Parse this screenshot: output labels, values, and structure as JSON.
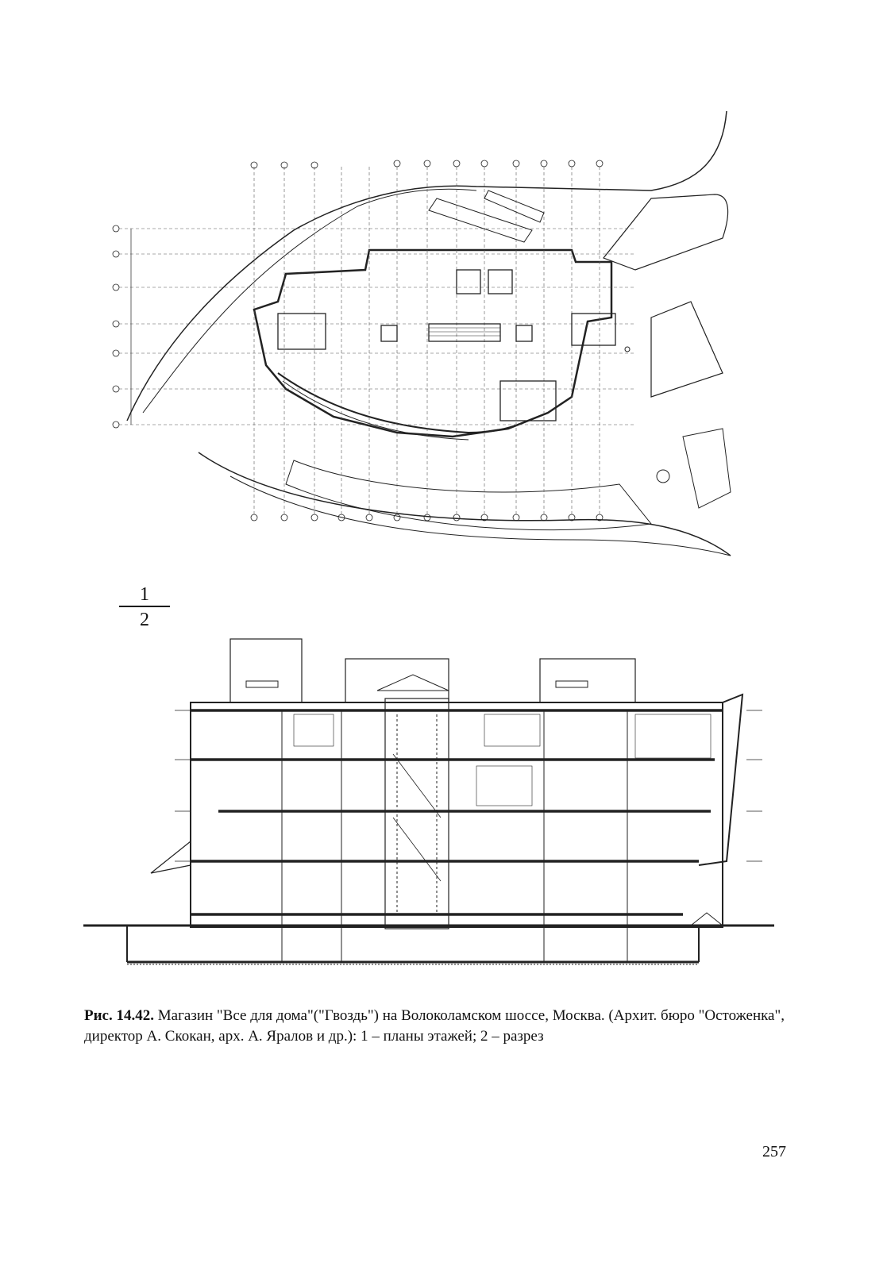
{
  "figure": {
    "part1_label": "1",
    "part2_label": "2"
  },
  "caption": {
    "number": "Рис. 14.42.",
    "text": "Магазин \"Все для дома\"(\"Гвоздь\") на Волоколамском шоссе, Москва. (Архит. бюро \"Остоженка\", директор А. Скокан, арх. А. Яралов и др.): 1 – планы этажей; 2 – разрез"
  },
  "page_number": "257"
}
